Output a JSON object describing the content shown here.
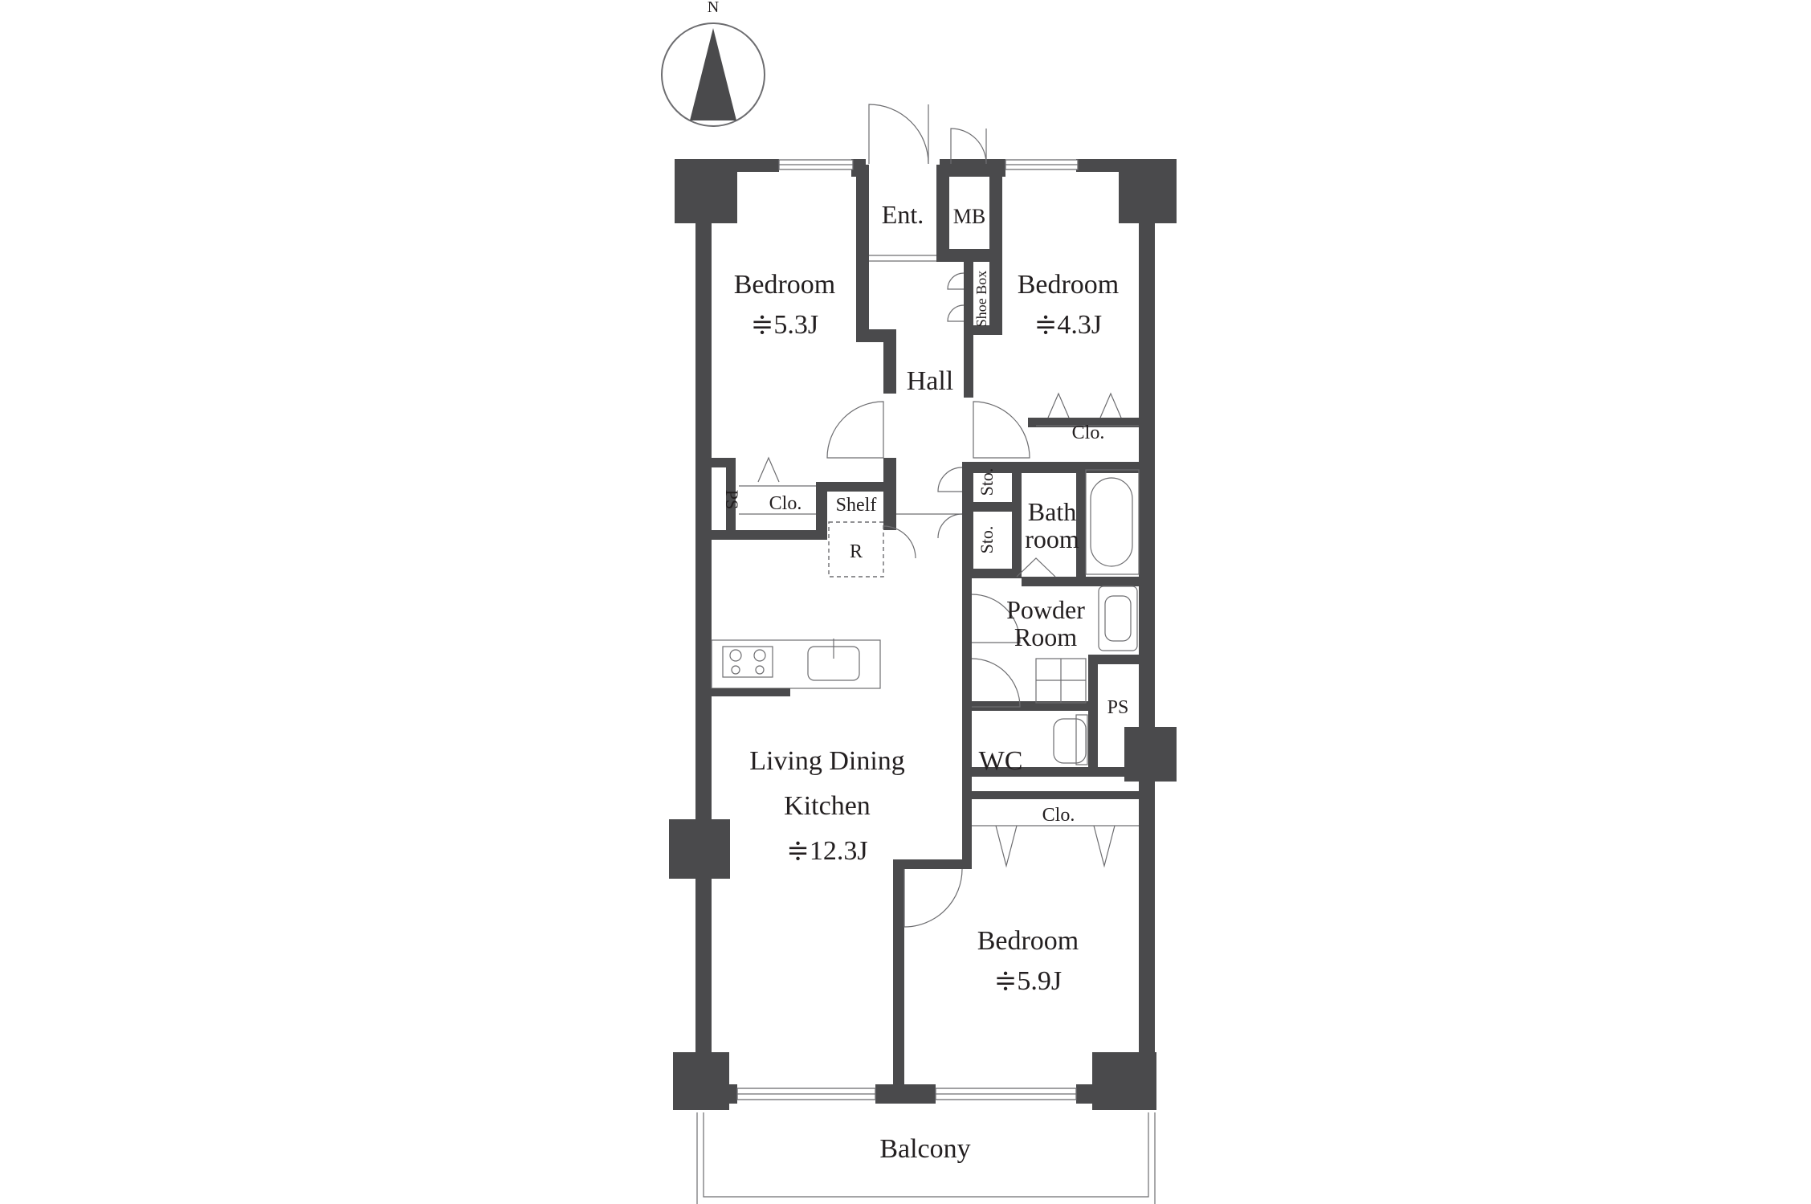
{
  "compass": {
    "north_label": "N"
  },
  "rooms": {
    "entrance": "Ent.",
    "meter_box": "MB",
    "shoe_box": "Shoe Box",
    "hall": "Hall",
    "bedroom_nw": {
      "name": "Bedroom",
      "size": "≑5.3J"
    },
    "bedroom_ne": {
      "name": "Bedroom",
      "size": "≑4.3J"
    },
    "bedroom_s": {
      "name": "Bedroom",
      "size": "≑5.9J"
    },
    "closet_ne": "Clo.",
    "closet_w": "Clo.",
    "closet_s": "Clo.",
    "pipe_space_w": "PS",
    "pipe_space_e": "PS",
    "shelf": "Shelf",
    "refrigerator": "R",
    "storage_1": "Sto.",
    "storage_2": "Sto.",
    "bathroom_1": "Bath",
    "bathroom_2": "room",
    "powder_1": "Powder",
    "powder_2": "Room",
    "wc": "WC",
    "ldk_1": "Living Dining",
    "ldk_2": "Kitchen",
    "ldk_size": "≑12.3J",
    "balcony": "Balcony"
  }
}
